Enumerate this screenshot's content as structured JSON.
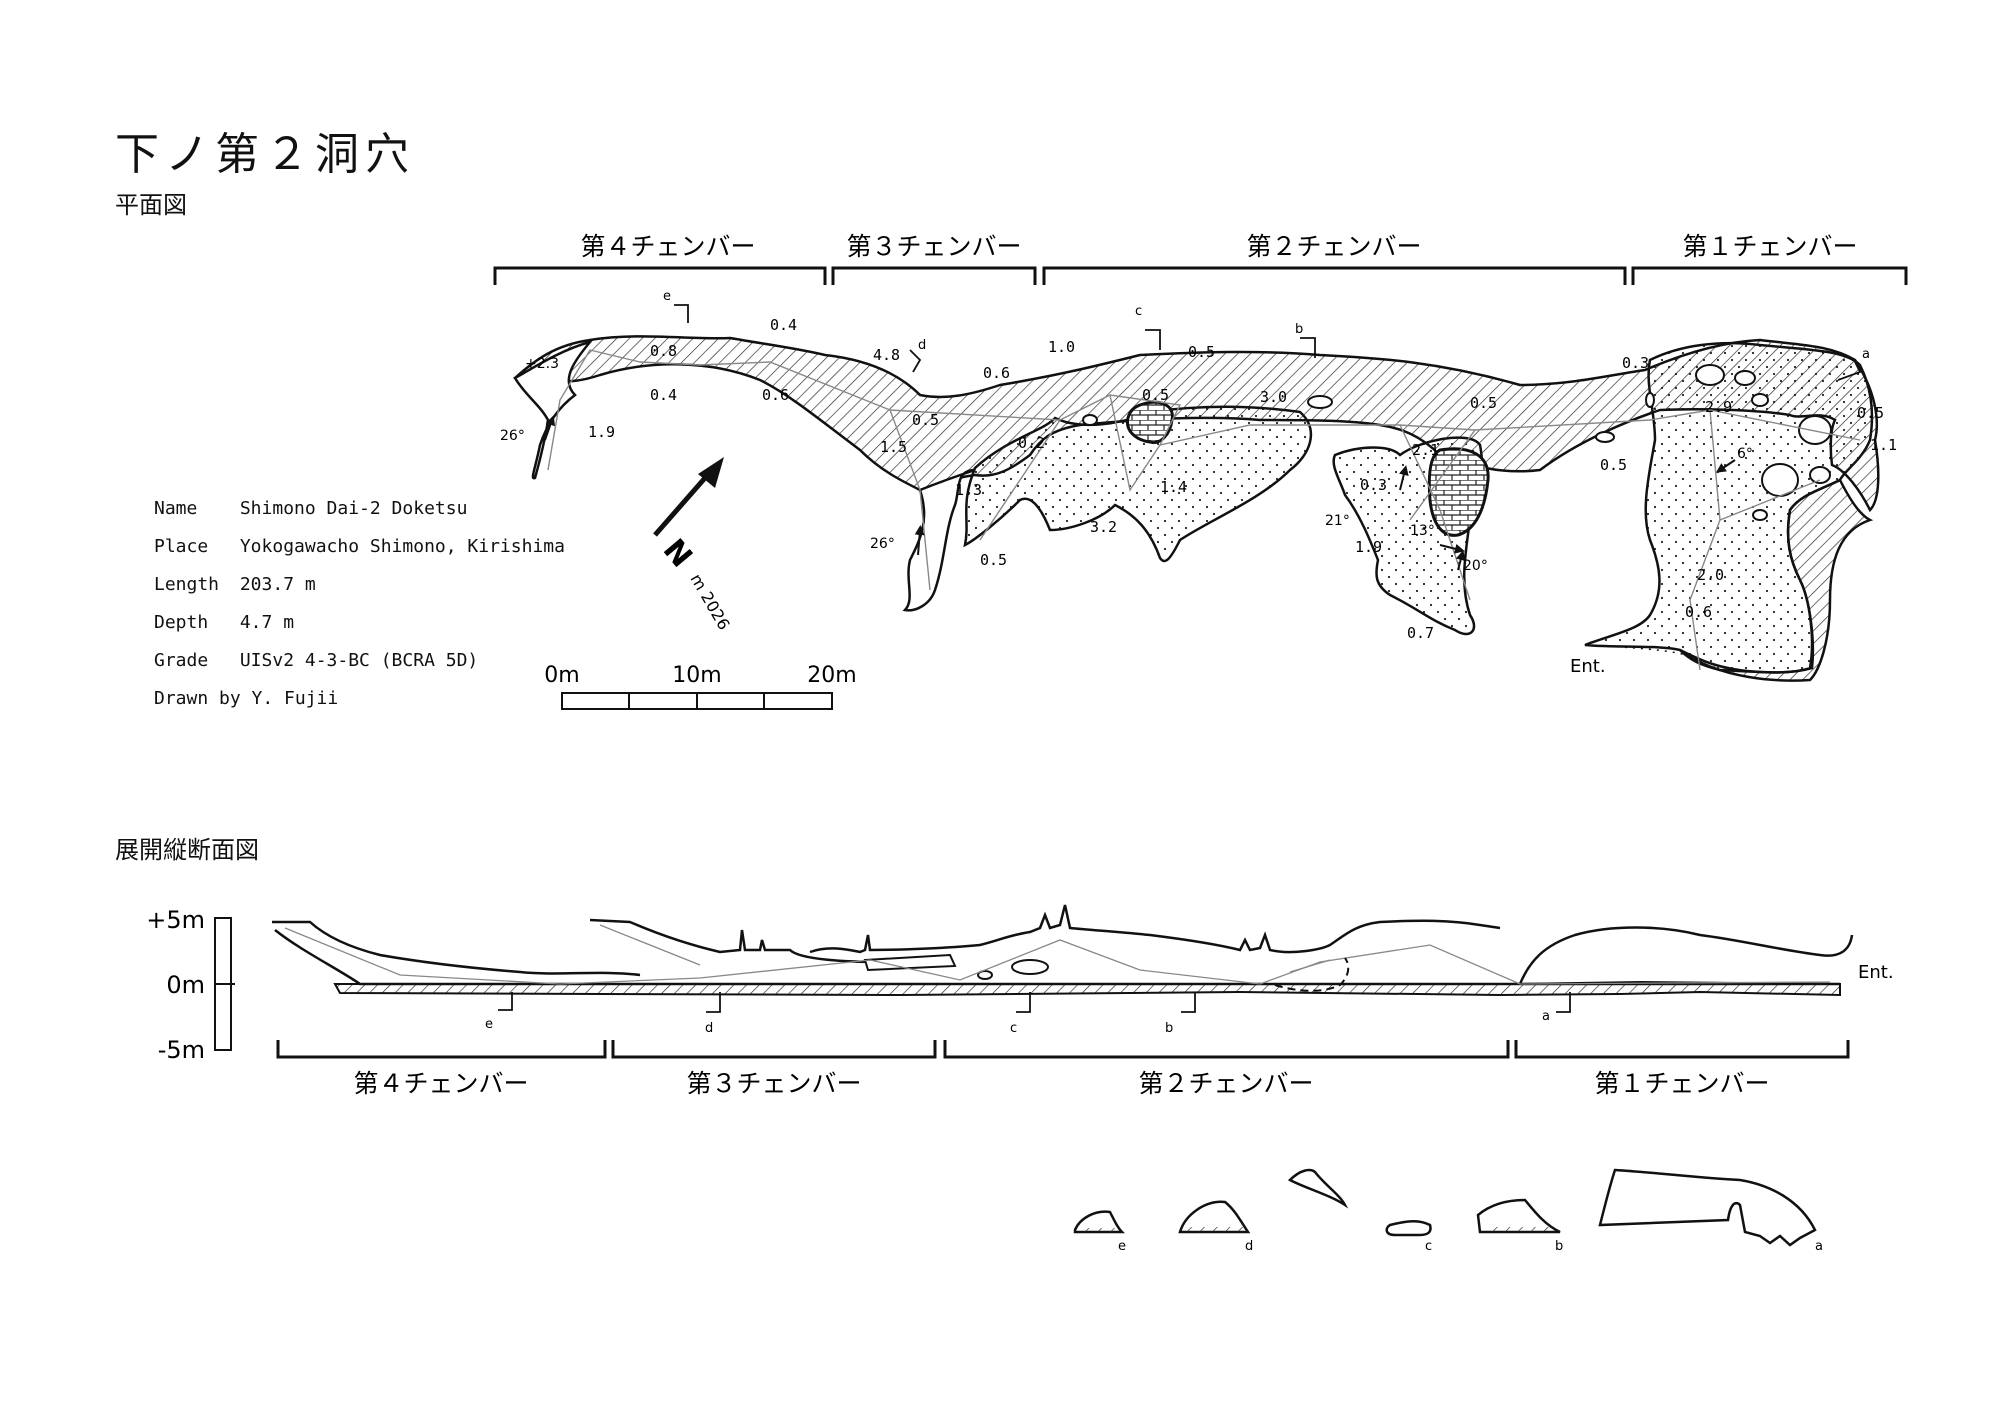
{
  "title": "下ノ第２洞穴",
  "plan_label": "平面図",
  "profile_label": "展開縦断面図",
  "info": {
    "name_key": "Name",
    "name_val": "Shimono Dai-2 Doketsu",
    "place_key": "Place",
    "place_val": "Yokogawacho Shimono, Kirishima",
    "length_key": "Length",
    "length_val": "203.7 m",
    "depth_key": "Depth",
    "depth_val": "4.7 m",
    "grade_key": "Grade",
    "grade_val": "UISv2 4-3-BC (BCRA 5D)",
    "drawn": "Drawn by Y. Fujii"
  },
  "chambers": {
    "c4": "第４チェンバー",
    "c3": "第３チェンバー",
    "c2": "第２チェンバー",
    "c1": "第１チェンバー"
  },
  "north": {
    "letter": "N",
    "decl": "m 2026"
  },
  "scale": {
    "s0": "0m",
    "s10": "10m",
    "s20": "20m"
  },
  "vscale": {
    "top": "+5m",
    "mid": "0m",
    "bot": "-5m"
  },
  "entrance": "Ent.",
  "sections": [
    "a",
    "b",
    "c",
    "d",
    "e"
  ],
  "plan_heights_up": [
    "0.8",
    "0.4",
    "4.8",
    "0.6",
    "1.0",
    "0.5",
    "3.0",
    "0.3",
    "2.9",
    "0.5",
    "1.5",
    "0.2",
    "1.4",
    "2.1",
    "2.0",
    "1.9"
  ],
  "plan_heights_down": [
    "0.4",
    "0.6",
    "0.5",
    "0.5",
    "0.5",
    "0.5",
    "1.1",
    "0.6"
  ],
  "plan_heights_extra": [
    "3.2",
    "0.5",
    "1.3",
    "0.3",
    "1.9",
    "0.7"
  ],
  "plan_alt": "+2.3",
  "plan_slopes": [
    "26°",
    "26°",
    "21°",
    "13°",
    "20°",
    "6°"
  ]
}
